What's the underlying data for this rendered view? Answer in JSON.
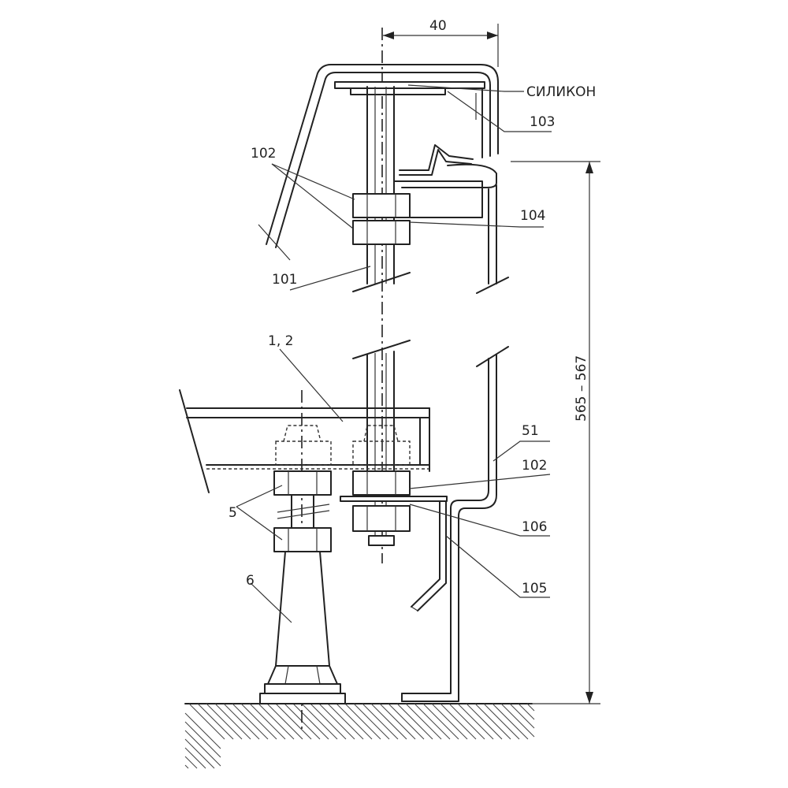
{
  "labels": {
    "dim_40": "40",
    "silicon": "СИЛИКОН",
    "p103": "103",
    "p102_top": "102",
    "p104": "104",
    "p101": "101",
    "p1_2": "1, 2",
    "p51": "51",
    "p102_bottom": "102",
    "p106": "106",
    "p105": "105",
    "p5": "5",
    "p6": "6",
    "dim_height": "565 – 567"
  }
}
